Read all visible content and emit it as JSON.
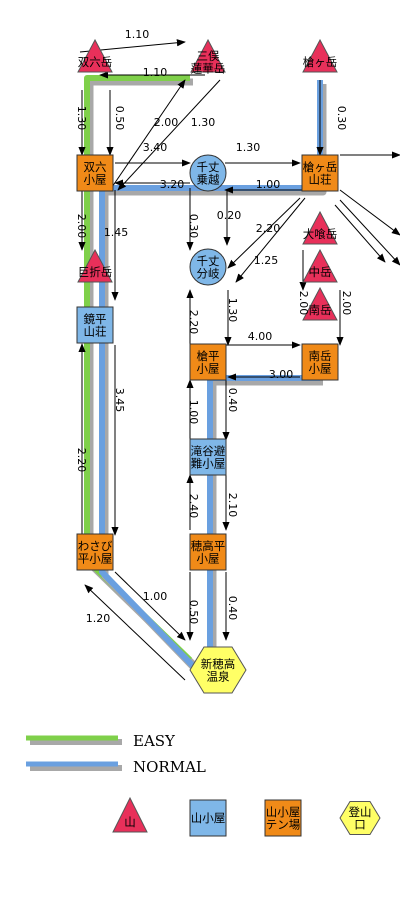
{
  "colors": {
    "peak": "#e8305a",
    "hut": "#7fb7e8",
    "hut_tent": "#f08a18",
    "trailhead": "#ffff66",
    "easy": "#7fd04a",
    "normal": "#6aa0e0",
    "shadow": "#a8a8a8"
  },
  "nodes": {
    "sugoroku_dake": "双六岳",
    "mitsumata_renge": "三俣\n蓮華岳",
    "yarigatake": "槍ヶ岳",
    "sugoroku_hut": "双六\n小屋",
    "senjo_norikoshi": "千丈\n乗越",
    "yarigatake_sanso": "槍ヶ岳\n山荘",
    "oshamoji_ike": "巨折岳",
    "senjo_bunki": "千丈\n分岐",
    "omote_ginza": "大喰岳",
    "kagami_daira": "鏡平\n山荘",
    "naka_dake": "中岳",
    "minami_dake": "南岳",
    "yaridaira": "槍平\n小屋",
    "minamidake_hut": "南岳\n小屋",
    "takidani": "滝谷避\n難小屋",
    "wasabidaira": "わさび\n平小屋",
    "hotakadaira": "穂高平\n小屋",
    "shinhotaka": "新穂高\n温泉"
  },
  "edge_times": [
    "1.10",
    "1.10",
    "1.30",
    "0.50",
    "2.00",
    "1.30",
    "0.30",
    "3.40",
    "1.30",
    "3.20",
    "1.00",
    "2.00",
    "1.45",
    "0.30",
    "0.20",
    "2.20",
    "1.25",
    "2.00",
    "2.00",
    "2.20",
    "1.30",
    "4.00",
    "3.00",
    "2.20",
    "1.00",
    "0.40",
    "3.45",
    "2.40",
    "2.10",
    "1.00",
    "1.20",
    "0.50",
    "0.40"
  ],
  "legend": {
    "routes": [
      "EASY",
      "NORMAL"
    ],
    "types": [
      {
        "shape": "peak",
        "label": "山"
      },
      {
        "shape": "hut",
        "label": "山小屋"
      },
      {
        "shape": "hut_tent",
        "label": "山小屋\nテン場"
      },
      {
        "shape": "trailhead",
        "label": "登山\n口"
      }
    ]
  }
}
